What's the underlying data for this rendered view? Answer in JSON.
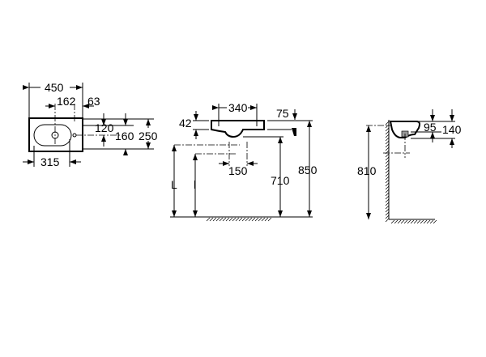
{
  "top_view": {
    "width_total": "450",
    "tap_offset": "162",
    "edge_offset": "63",
    "depth_inner": "120",
    "depth_mid": "160",
    "depth_total": "250",
    "bowl_width": "315"
  },
  "front_view": {
    "hole_spacing": "340",
    "rim_offset": "75",
    "rim_height": "42",
    "supply_spacing": "150",
    "trap_height": "710",
    "rim_floor_height": "850",
    "label_L": "L",
    "label_l": "l"
  },
  "side_view": {
    "outlet_height": "810",
    "bowl_depth": "95",
    "total_depth": "140"
  }
}
